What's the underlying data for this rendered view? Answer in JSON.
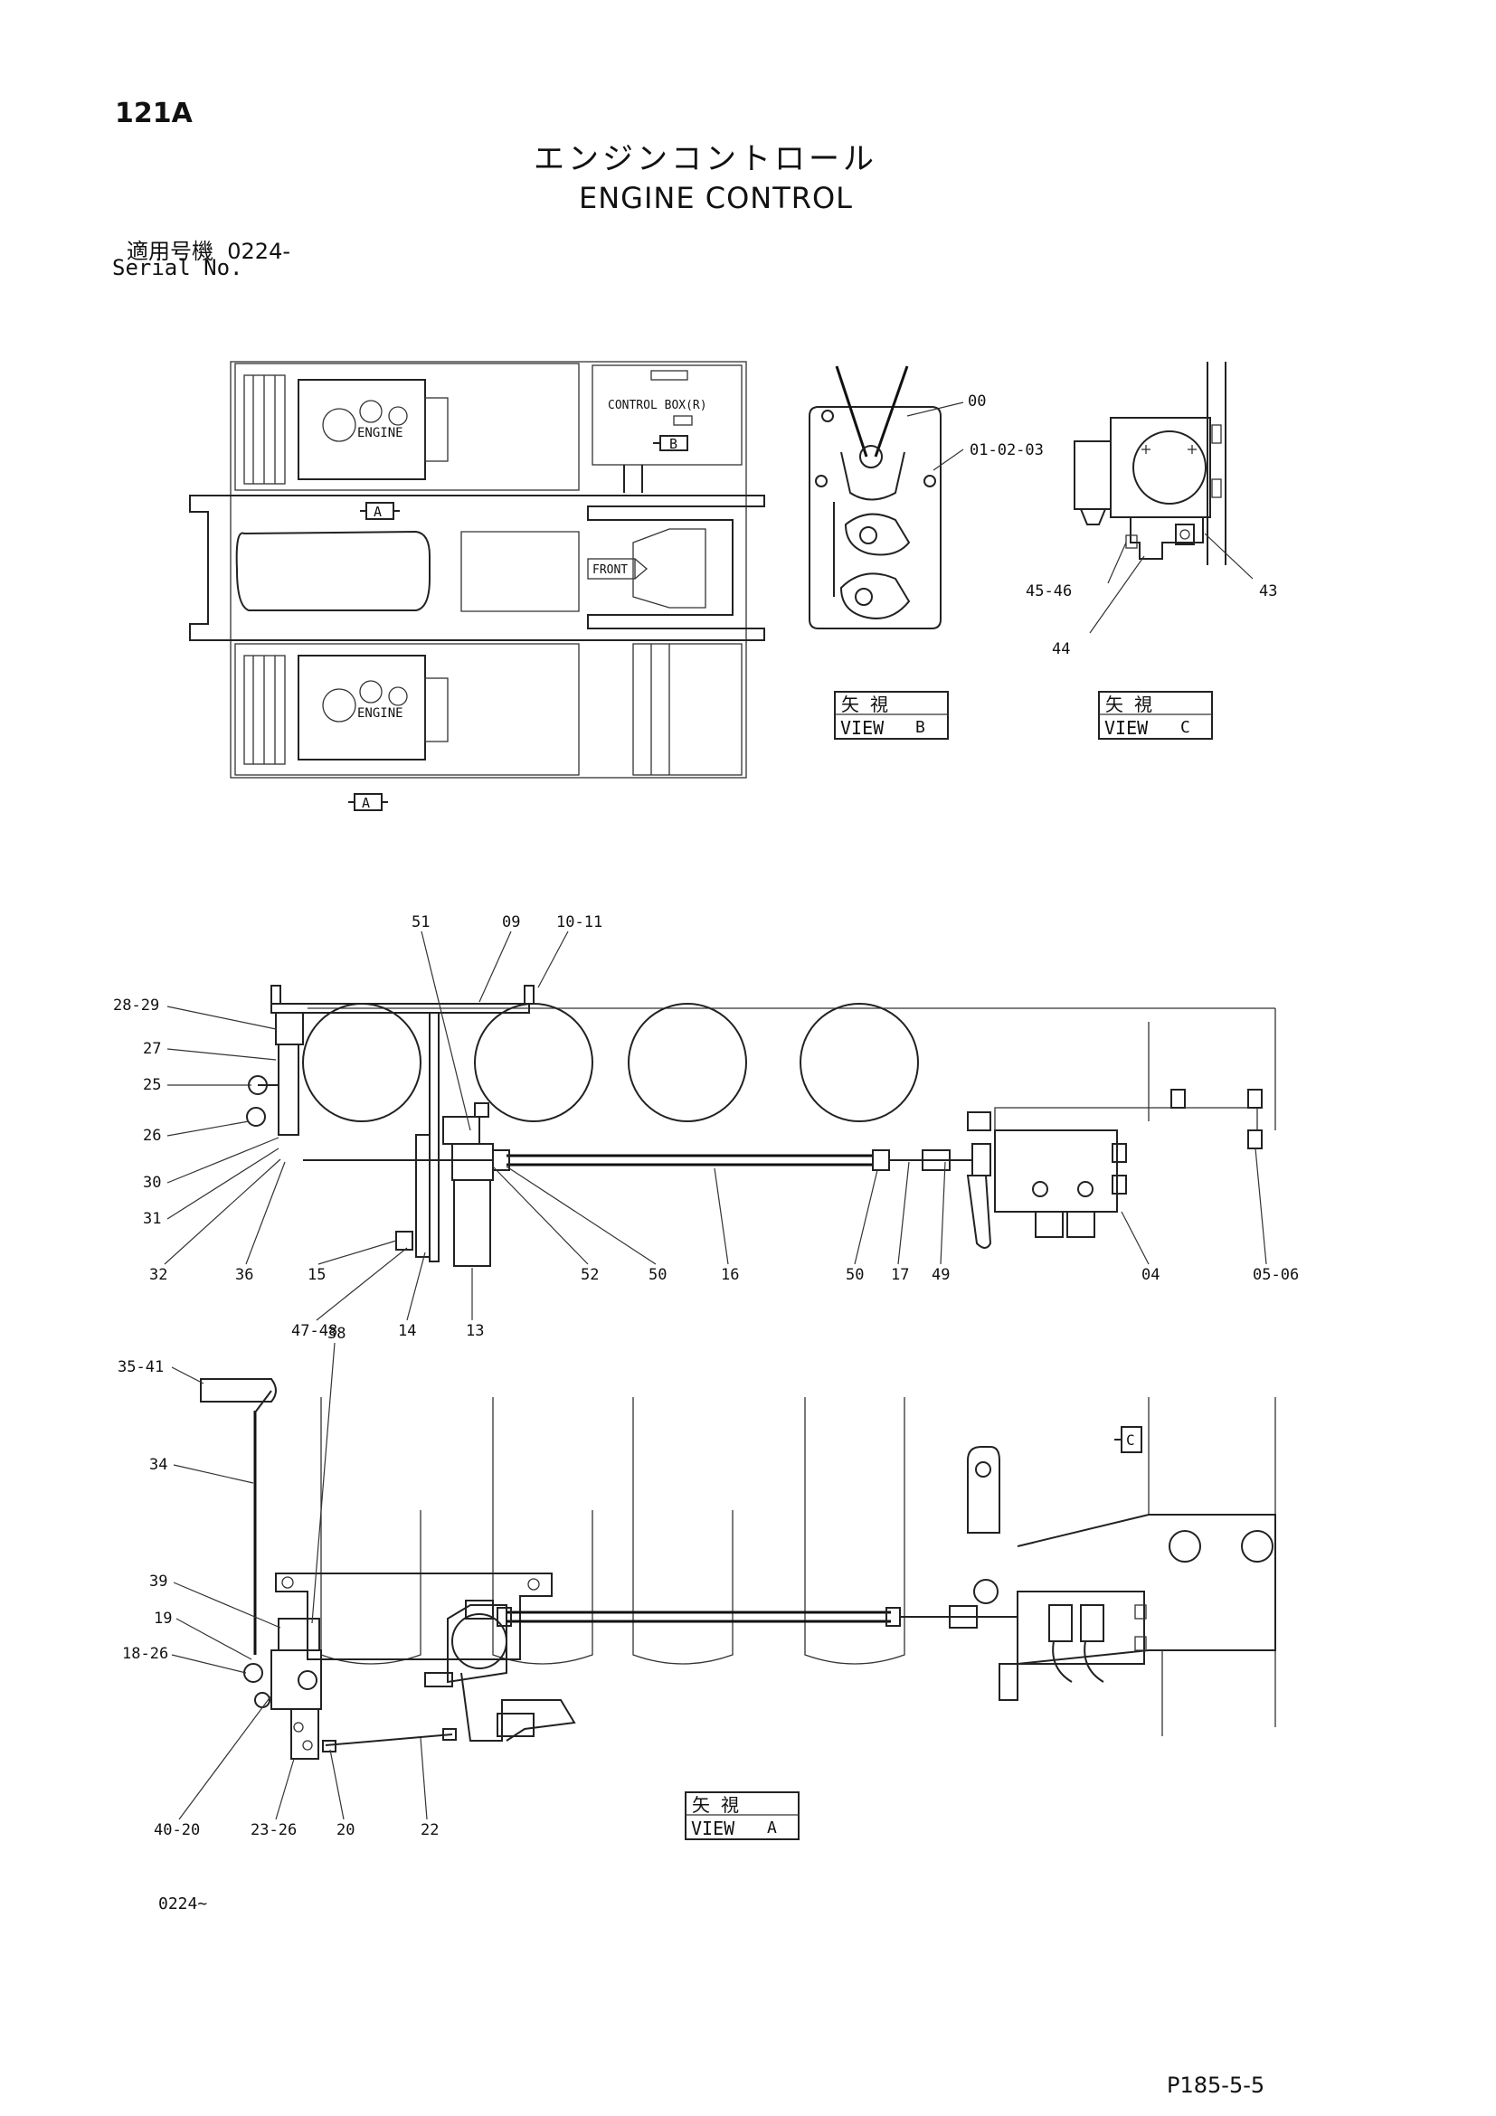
{
  "header": {
    "page_number": "121A",
    "title_ja": "エンジンコントロール",
    "title_en": "ENGINE CONTROL",
    "serial_label_ja": "適用号機",
    "serial_value": "0224-",
    "serial_label_en": "Serial No."
  },
  "top_view": {
    "engine_label_upper": "ENGINE",
    "engine_label_lower": "ENGINE",
    "control_box_label": "CONTROL BOX(R)",
    "front_label": "FRONT",
    "marker_a": "A",
    "marker_b": "B"
  },
  "view_b": {
    "caption_ja": "矢 視",
    "caption_en": "VIEW",
    "caption_letter": "B",
    "callouts": [
      "00",
      "01-02-03"
    ]
  },
  "view_c": {
    "caption_ja": "矢 視",
    "caption_en": "VIEW",
    "caption_letter": "C",
    "callouts": [
      "45-46",
      "43",
      "44"
    ]
  },
  "side_view": {
    "callouts_top": [
      "51",
      "09",
      "10-11",
      "28-29",
      "27",
      "25",
      "26",
      "30",
      "31"
    ],
    "callouts_bottom": [
      "32",
      "36",
      "15",
      "47-48",
      "14",
      "13",
      "52",
      "50",
      "16",
      "50",
      "17",
      "49",
      "04",
      "05-06"
    ]
  },
  "view_a": {
    "caption_ja": "矢 視",
    "caption_en": "VIEW",
    "caption_letter": "A",
    "marker_c": "C",
    "callouts": [
      "35-41",
      "38",
      "34",
      "39",
      "19",
      "18-26",
      "40-20",
      "23-26",
      "20",
      "22"
    ]
  },
  "footer": {
    "serial_note": "0224~",
    "drawing_number": "P185-5-5"
  }
}
